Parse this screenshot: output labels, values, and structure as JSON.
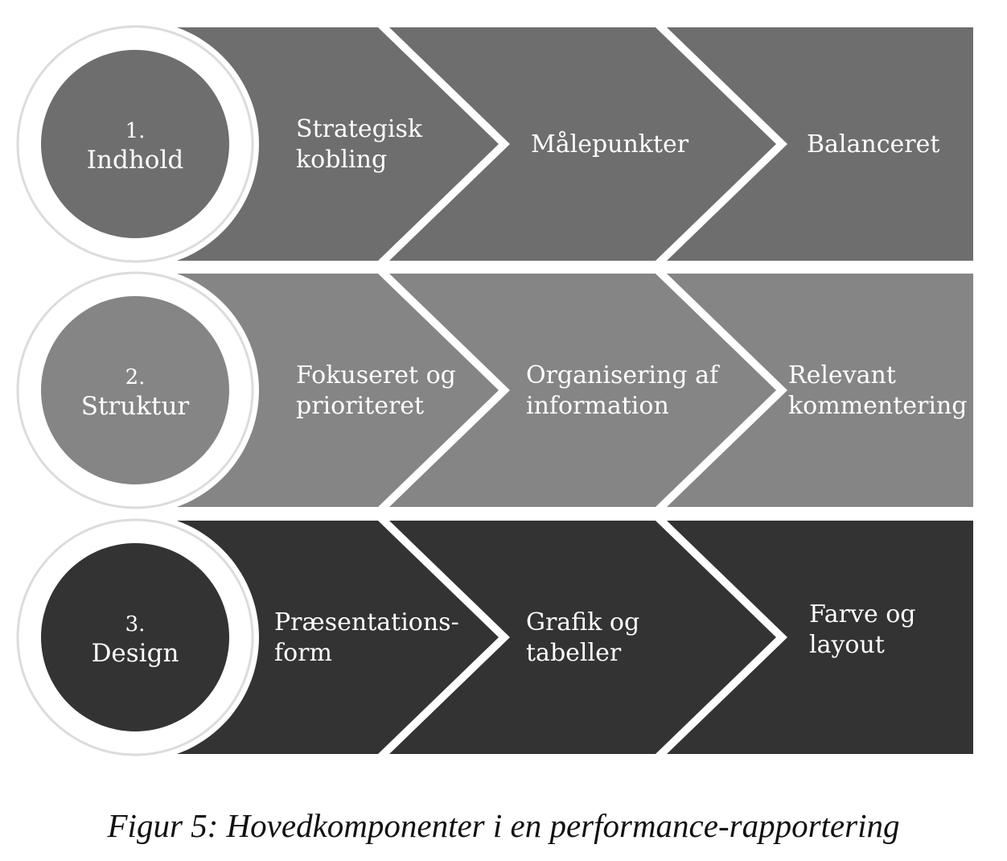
{
  "diagram": {
    "rows": [
      {
        "number": "1.",
        "title": "Indhold",
        "color": "#6e6e6e",
        "steps": [
          {
            "lines": [
              "Strategisk",
              "kobling"
            ]
          },
          {
            "lines": [
              "Målepunkter"
            ]
          },
          {
            "lines": [
              "Balanceret"
            ]
          }
        ]
      },
      {
        "number": "2.",
        "title": "Struktur",
        "color": "#858585",
        "steps": [
          {
            "lines": [
              "Fokuseret og",
              "prioriteret"
            ]
          },
          {
            "lines": [
              "Organisering af",
              "information"
            ]
          },
          {
            "lines": [
              "Relevant",
              "kommentering"
            ]
          }
        ]
      },
      {
        "number": "3.",
        "title": "Design",
        "color": "#333333",
        "steps": [
          {
            "lines": [
              "Præsentations-",
              "form"
            ]
          },
          {
            "lines": [
              "Grafik og",
              "tabeller"
            ]
          },
          {
            "lines": [
              "Farve og",
              "layout"
            ]
          }
        ]
      }
    ]
  },
  "caption": "Figur 5: Hovedkomponenter i en performance-rapportering"
}
